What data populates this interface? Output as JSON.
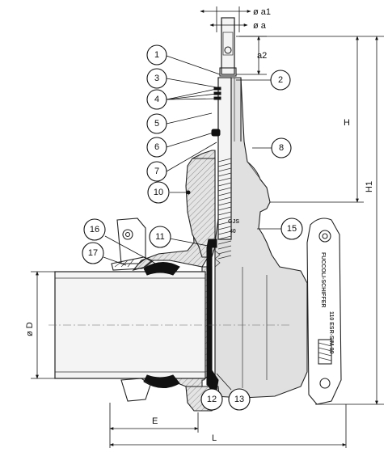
{
  "dimensions": {
    "dia_a1": "ø a1",
    "dia_a": "ø a",
    "a2": "a2",
    "H": "H",
    "H1": "H1",
    "dia_D": "ø D",
    "E": "E",
    "L": "L"
  },
  "callouts": [
    "1",
    "2",
    "3",
    "4",
    "5",
    "6",
    "7",
    "8",
    "10",
    "11",
    "12",
    "13",
    "15",
    "16",
    "17"
  ],
  "body_markings": {
    "casting_top": "GJS",
    "casting_bottom": "40",
    "coupling_brand": "FUCCOLI-SCHIFFER",
    "coupling_code": "110 ESR-SIM-99"
  }
}
